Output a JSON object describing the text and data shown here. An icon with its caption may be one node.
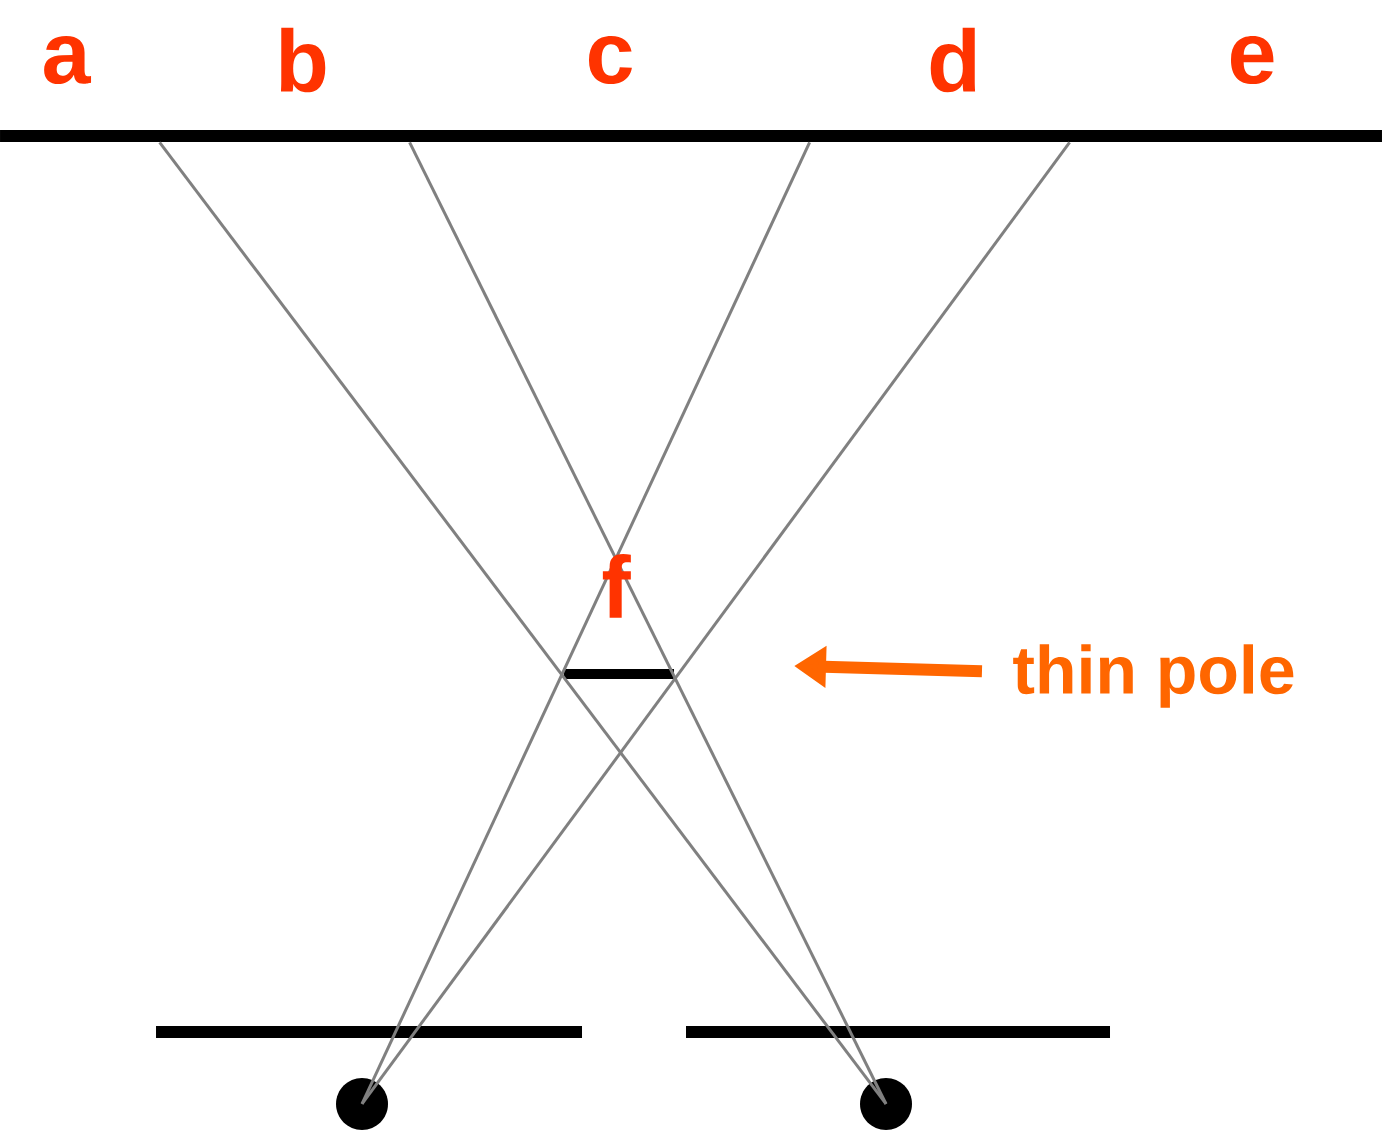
{
  "diagram": {
    "nodes": [
      {
        "text": [],
        "shape": "bar"
      },
      {
        "text": [],
        "shape": "bar"
      },
      {
        "text": [
          "thin pole"
        ]
      },
      {
        "text": [],
        "shape": "circle"
      },
      {
        "text": [],
        "shape": "circle"
      }
    ],
    "edges": [
      {
        "from": 2,
        "to": null,
        "arrow": "to",
        "color": "#ff6600",
        "style": "thick"
      },
      {
        "from": 3,
        "to": 0,
        "arrow": "none"
      },
      {
        "from": 3,
        "to": 0,
        "arrow": "none"
      },
      {
        "from": 4,
        "to": 0,
        "arrow": "none"
      },
      {
        "from": 4,
        "to": 0,
        "arrow": "none"
      }
    ],
    "labels": [
      "a",
      "b",
      "c",
      "d",
      "e",
      "f"
    ]
  }
}
